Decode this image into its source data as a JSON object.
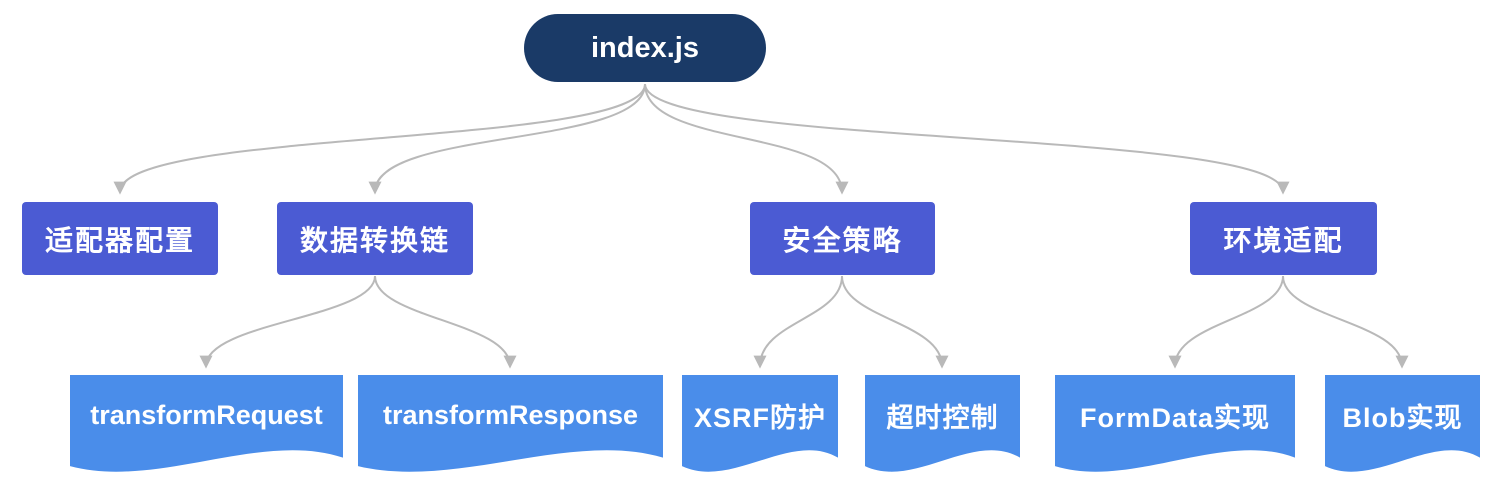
{
  "diagram": {
    "title": "index.js module structure mindmap",
    "root": {
      "label": "index.js"
    },
    "level2": [
      {
        "label": "适配器配置",
        "parent": "index.js"
      },
      {
        "label": "数据转换链",
        "parent": "index.js"
      },
      {
        "label": "安全策略",
        "parent": "index.js"
      },
      {
        "label": "环境适配",
        "parent": "index.js"
      }
    ],
    "level3": [
      {
        "label": "transformRequest",
        "parent": "数据转换链"
      },
      {
        "label": "transformResponse",
        "parent": "数据转换链"
      },
      {
        "label": "XSRF防护",
        "parent": "安全策略"
      },
      {
        "label": "超时控制",
        "parent": "安全策略"
      },
      {
        "label": "FormData实现",
        "parent": "环境适配"
      },
      {
        "label": "Blob实现",
        "parent": "环境适配"
      }
    ],
    "colors": {
      "root_bg": "#1a3a67",
      "level2_bg": "#4b5bd3",
      "level3_bg": "#4a8dea",
      "connector": "#b9b9b9",
      "text": "#ffffff",
      "background": "#ffffff"
    }
  }
}
